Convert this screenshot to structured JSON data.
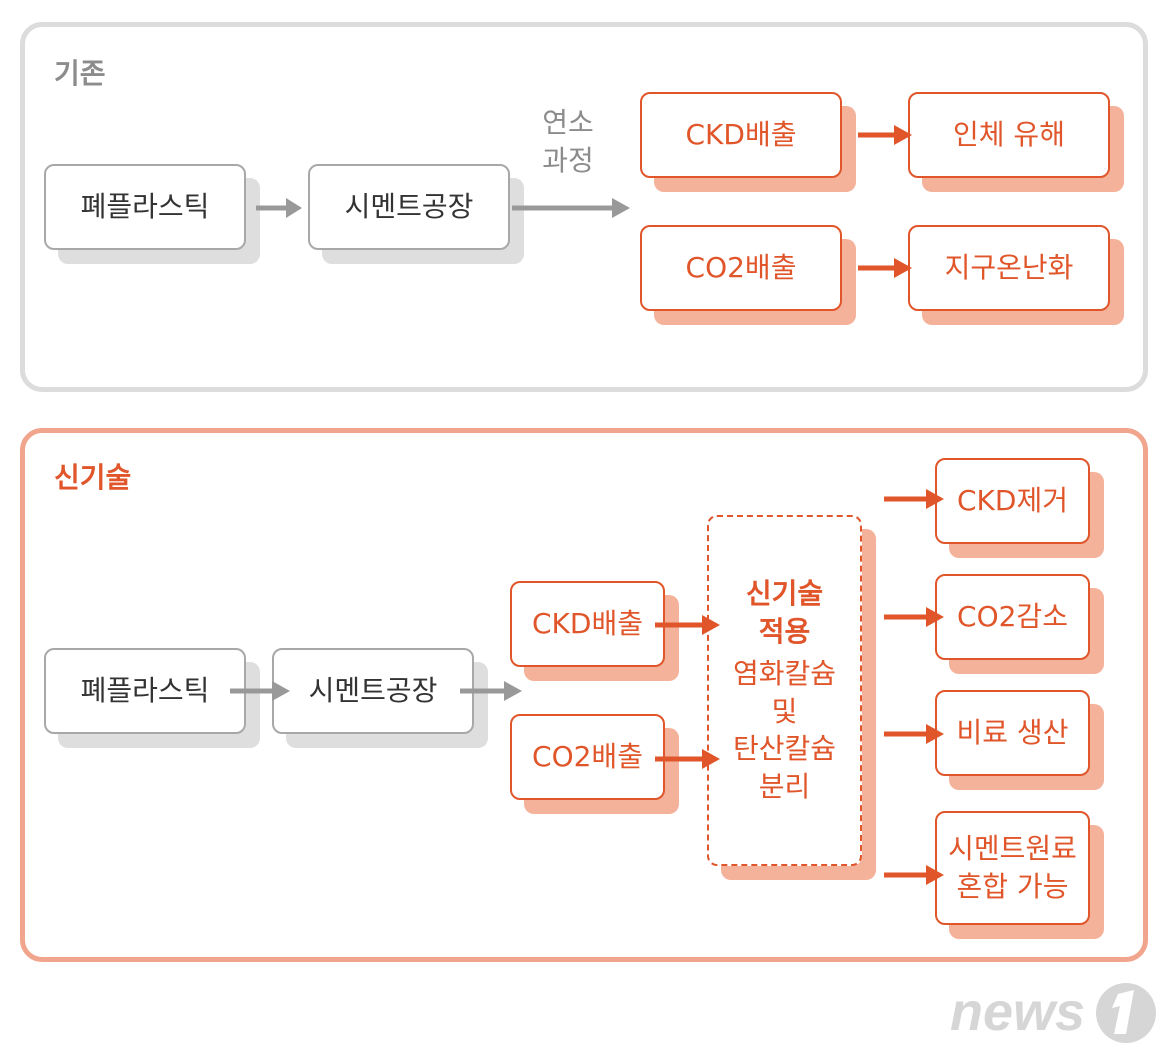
{
  "sections": {
    "old": {
      "title": "기존",
      "waste_plastic": "폐플라스틱",
      "cement_plant": "시멘트공장",
      "combustion_label": "연소\n과정",
      "ckd_emission": "CKD배출",
      "co2_emission": "CO2배출",
      "human_harm": "인체 유해",
      "global_warming": "지구온난화"
    },
    "new": {
      "title": "신기술",
      "waste_plastic": "폐플라스틱",
      "cement_plant": "시멘트공장",
      "ckd_emission": "CKD배출",
      "co2_emission": "CO2배출",
      "tech_bold": "신기술\n적용",
      "tech_detail": "염화칼슘\n및\n탄산칼슘\n분리",
      "outcomes": [
        "CKD제거",
        "CO2감소",
        "비료 생산",
        "시멘트원료\n혼합 가능"
      ]
    }
  },
  "logo": "news1",
  "colors": {
    "accent": "#e0562a",
    "accent_light": "#f5b29b",
    "gray_border": "#a8a8a8",
    "gray_arrow": "#999999"
  }
}
